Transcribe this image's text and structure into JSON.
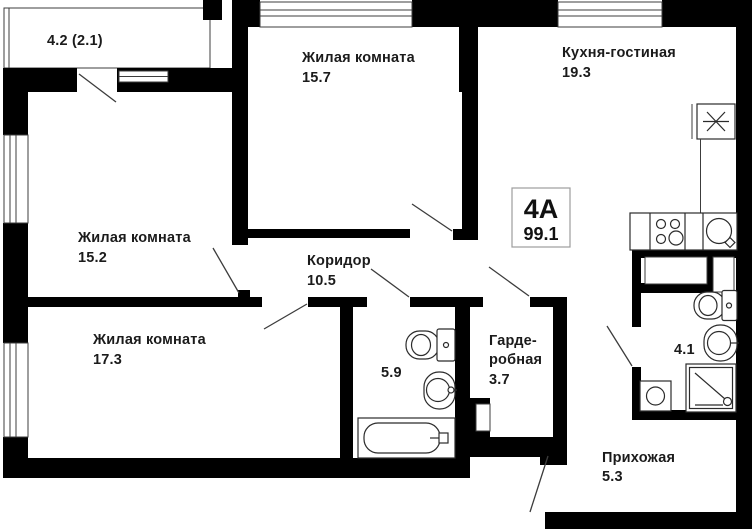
{
  "unit": {
    "code": "4А",
    "total_area": "99.1"
  },
  "balcony": {
    "label": "4.2 (2.1)"
  },
  "rooms": {
    "living_top": {
      "name": "Жилая комната",
      "area": "15.7"
    },
    "kitchen": {
      "name": "Кухня-гостиная",
      "area": "19.3"
    },
    "living_left": {
      "name": "Жилая комната",
      "area": "15.2"
    },
    "corridor": {
      "name": "Коридор",
      "area": "10.5"
    },
    "living_bottom": {
      "name": "Жилая комната",
      "area": "17.3"
    },
    "bathroom_large": {
      "area": "5.9"
    },
    "wardrobe": {
      "name_line1": "Гарде-",
      "name_line2": "робная",
      "area": "3.7"
    },
    "bathroom_small": {
      "area": "4.1"
    },
    "hallway": {
      "name": "Прихожая",
      "area": "5.3"
    }
  },
  "colors": {
    "wall": "#000000",
    "text": "#1b1b1b",
    "line": "#3c3c3c",
    "badge_border": "#9c9c9c",
    "background": "#ffffff"
  }
}
